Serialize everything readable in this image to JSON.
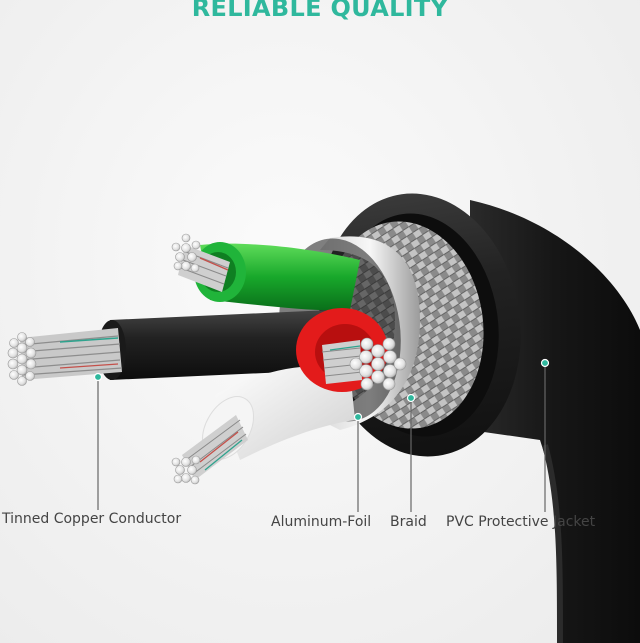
{
  "headline": "RELIABLE QUALITY",
  "colors": {
    "accent": "#2fb89d",
    "background": "#f3f3f3",
    "jacket": "#1b1b1b",
    "leader_line": "#666666"
  },
  "callouts": [
    {
      "id": "tinned",
      "label": "Tinned Copper Conductor"
    },
    {
      "id": "foil",
      "label": "Aluminum-Foil"
    },
    {
      "id": "braid",
      "label": "Braid"
    },
    {
      "id": "pvc",
      "label": "PVC Protective Jacket"
    }
  ]
}
